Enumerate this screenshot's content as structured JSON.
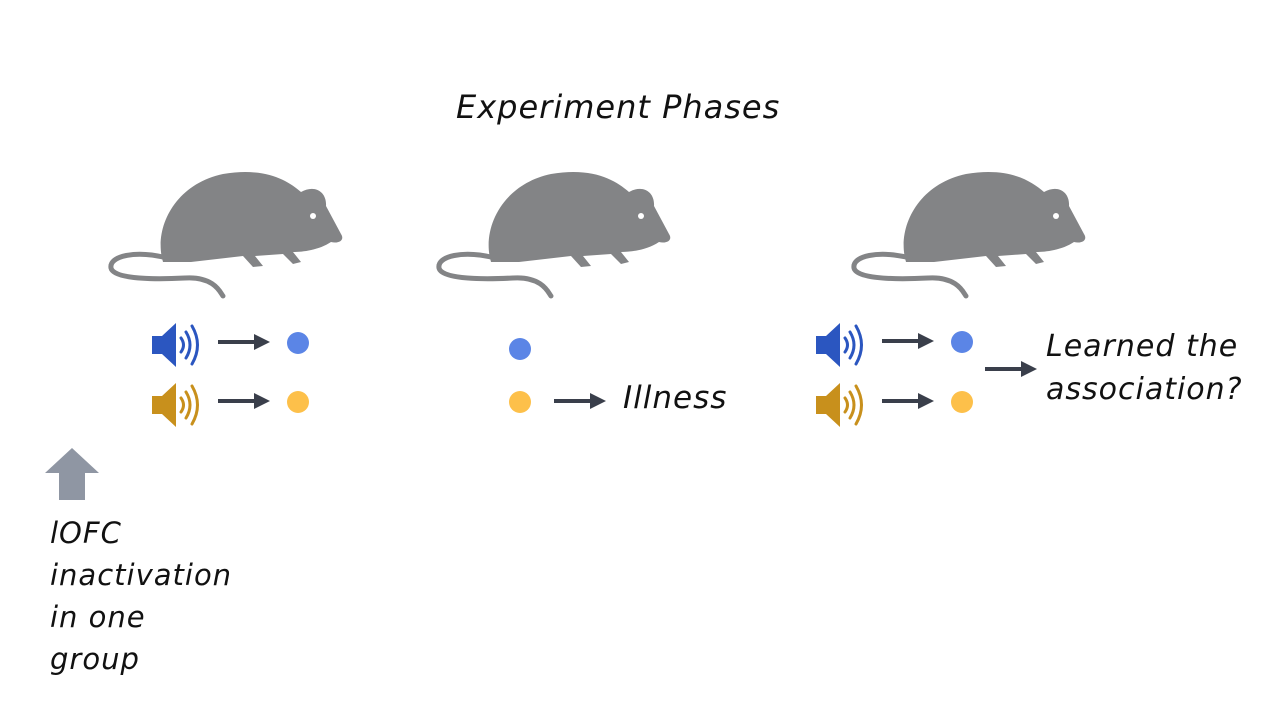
{
  "title": "Experiment Phases",
  "colors": {
    "rat": "#838486",
    "blue_speaker": "#2b56c0",
    "orange_speaker": "#c8901c",
    "blue_dot": "#5b85e6",
    "orange_dot": "#fdc04a",
    "arrow": "#3a3f4b",
    "up_arrow": "#8f96a3"
  },
  "phase2": {
    "outcome": "Illness"
  },
  "phase3": {
    "question_line1": "Learned the",
    "question_line2": "association?"
  },
  "note": {
    "lines": [
      "lOFC",
      "inactivation",
      "in one",
      "group"
    ]
  }
}
